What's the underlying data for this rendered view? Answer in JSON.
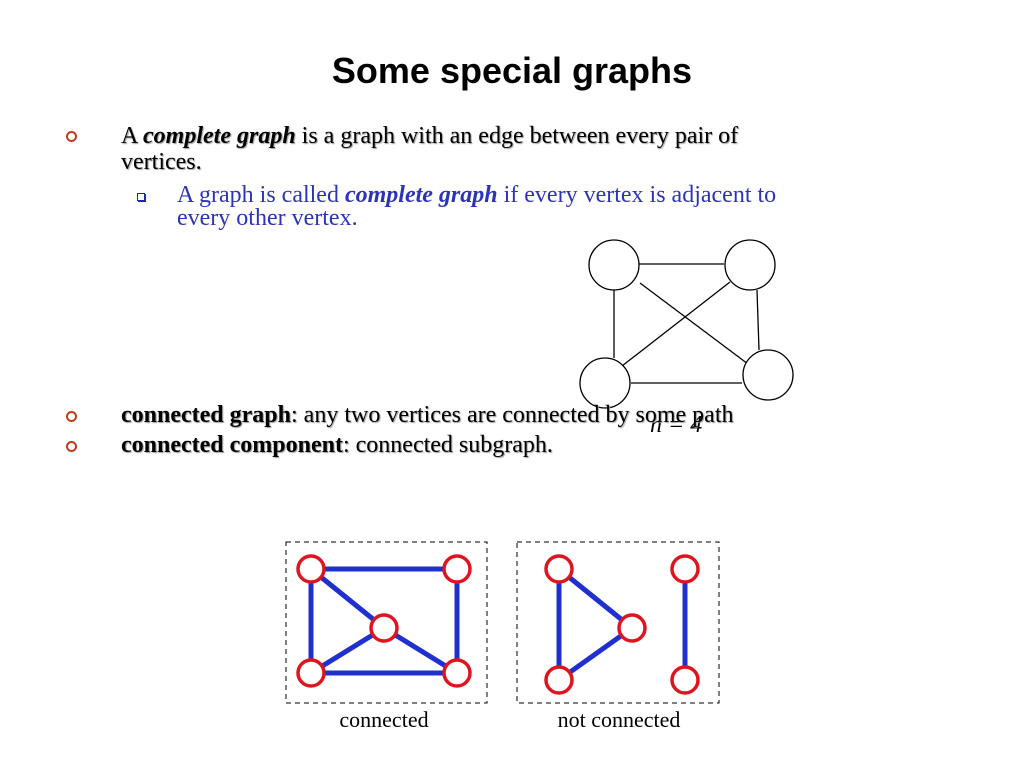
{
  "slide": {
    "title": "Some special graphs"
  },
  "bullets": [
    {
      "prefix": "A ",
      "term": "complete graph",
      "rest_line1": " is a graph with an edge between every pair of",
      "line2": "vertices."
    },
    {
      "term": "connected graph",
      "rest": ": any two vertices are connected by some path"
    },
    {
      "term": "connected component",
      "rest": ": connected subgraph."
    }
  ],
  "sub_bullet": {
    "prefix": "A graph is called ",
    "term": "complete graph",
    "rest_line1": " if every vertex is adjacent to",
    "line2": "every other vertex."
  },
  "k4_figure": {
    "caption": "n = 4",
    "stroke_color": "#000000"
  },
  "connectivity_figures": {
    "connected_caption": "connected",
    "not_connected_caption": "not connected",
    "edge_color": "#1f2fd0",
    "vertex_color": "#e0141e"
  },
  "colors": {
    "bullet_marker": "#c33a1e",
    "sub_text": "#2b34b8"
  }
}
